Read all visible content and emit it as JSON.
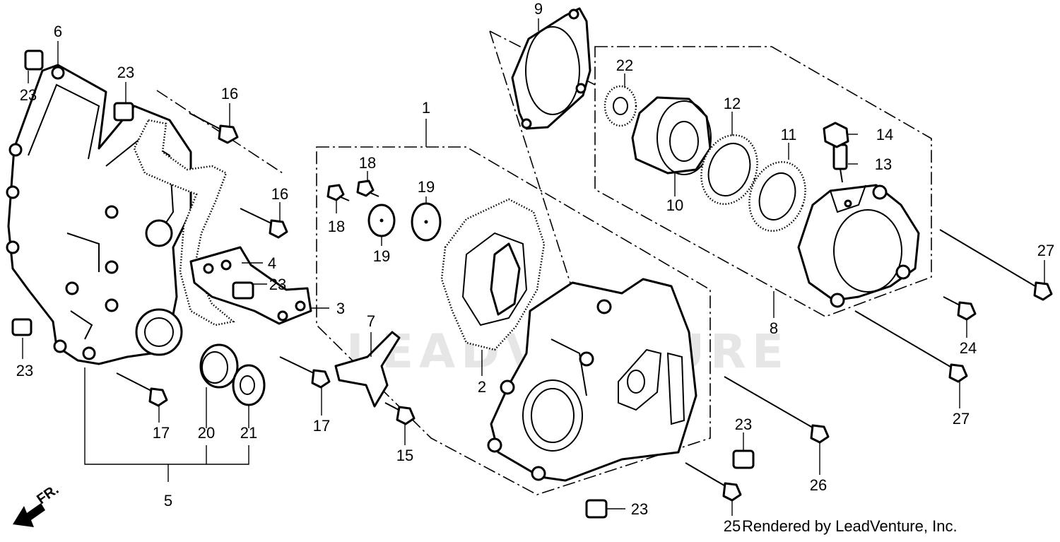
{
  "diagram": {
    "callouts": [
      {
        "id": "c1",
        "text": "1"
      },
      {
        "id": "c2",
        "text": "2"
      },
      {
        "id": "c3",
        "text": "3"
      },
      {
        "id": "c4",
        "text": "4"
      },
      {
        "id": "c5",
        "text": "5"
      },
      {
        "id": "c6",
        "text": "6"
      },
      {
        "id": "c7",
        "text": "7"
      },
      {
        "id": "c8",
        "text": "8"
      },
      {
        "id": "c9",
        "text": "9"
      },
      {
        "id": "c10",
        "text": "10"
      },
      {
        "id": "c11",
        "text": "11"
      },
      {
        "id": "c12",
        "text": "12"
      },
      {
        "id": "c13",
        "text": "13"
      },
      {
        "id": "c14",
        "text": "14"
      },
      {
        "id": "c15",
        "text": "15"
      },
      {
        "id": "c16a",
        "text": "16"
      },
      {
        "id": "c16b",
        "text": "16"
      },
      {
        "id": "c17a",
        "text": "17"
      },
      {
        "id": "c17b",
        "text": "17"
      },
      {
        "id": "c18a",
        "text": "18"
      },
      {
        "id": "c18b",
        "text": "18"
      },
      {
        "id": "c19a",
        "text": "19"
      },
      {
        "id": "c19b",
        "text": "19"
      },
      {
        "id": "c20",
        "text": "20"
      },
      {
        "id": "c21",
        "text": "21"
      },
      {
        "id": "c22",
        "text": "22"
      },
      {
        "id": "c23a",
        "text": "23"
      },
      {
        "id": "c23b",
        "text": "23"
      },
      {
        "id": "c23c",
        "text": "23"
      },
      {
        "id": "c23d",
        "text": "23"
      },
      {
        "id": "c23e",
        "text": "23"
      },
      {
        "id": "c23f",
        "text": "23"
      },
      {
        "id": "c24",
        "text": "24"
      },
      {
        "id": "c25",
        "text": "25"
      },
      {
        "id": "c26",
        "text": "26"
      },
      {
        "id": "c27a",
        "text": "27"
      },
      {
        "id": "c27b",
        "text": "27"
      }
    ],
    "front_indicator": "FR.",
    "watermark": "LEADVENTURE",
    "credit": "Rendered by LeadVenture, Inc."
  }
}
